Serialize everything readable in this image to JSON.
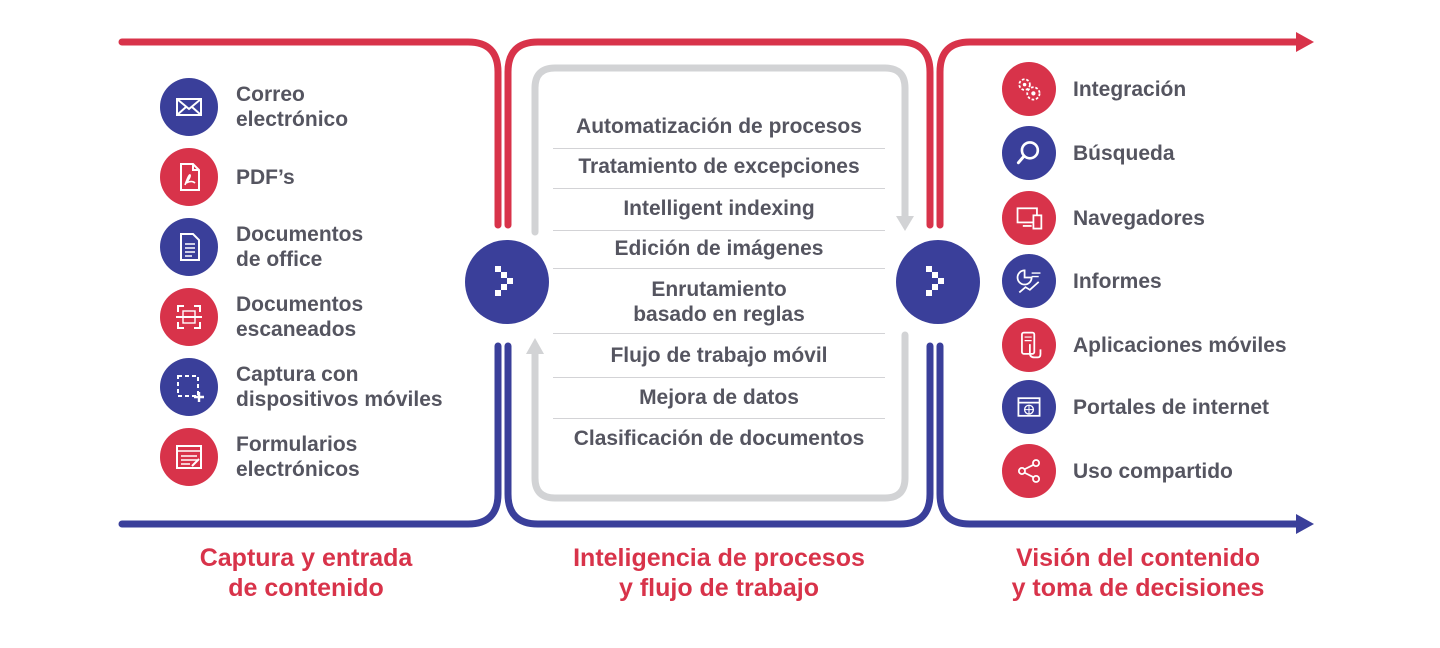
{
  "colors": {
    "red": "#d8334a",
    "blue": "#3a3f9a",
    "gray_loop": "#d2d3d5",
    "text": "#555560"
  },
  "left_items": [
    {
      "label": "Correo\nelectrónico",
      "icon": "envelope-icon",
      "color": "blue"
    },
    {
      "label": "PDF’s",
      "icon": "pdf-file-icon",
      "color": "red"
    },
    {
      "label": "Documentos\nde office",
      "icon": "document-icon",
      "color": "blue"
    },
    {
      "label": "Documentos\nescaneados",
      "icon": "scan-icon",
      "color": "red"
    },
    {
      "label": "Captura con\ndispositivos móviles",
      "icon": "mobile-capture-icon",
      "color": "blue"
    },
    {
      "label": "Formularios\nelectrónicos",
      "icon": "form-icon",
      "color": "red"
    }
  ],
  "center_steps": [
    "Automatización de procesos",
    "Tratamiento de excepciones",
    "Intelligent indexing",
    "Edición de imágenes",
    "Enrutamiento\nbasado en reglas",
    "Flujo de trabajo móvil",
    "Mejora de datos",
    "Clasificación de documentos"
  ],
  "right_items": [
    {
      "label": "Integración",
      "icon": "gears-icon",
      "color": "red"
    },
    {
      "label": "Búsqueda",
      "icon": "search-icon",
      "color": "blue"
    },
    {
      "label": "Navegadores",
      "icon": "browser-devices-icon",
      "color": "red"
    },
    {
      "label": "Informes",
      "icon": "report-icon",
      "color": "blue"
    },
    {
      "label": "Aplicaciones móviles",
      "icon": "mobile-app-icon",
      "color": "red"
    },
    {
      "label": "Portales de internet",
      "icon": "web-portal-icon",
      "color": "blue"
    },
    {
      "label": "Uso compartido",
      "icon": "share-icon",
      "color": "red"
    }
  ],
  "captions": {
    "left": "Captura y entrada\nde contenido",
    "center": "Inteligencia de procesos\ny flujo de trabajo",
    "right": "Visión del contenido\ny toma de decisiones"
  },
  "hubs": {
    "icon": "chevron-right-icon"
  }
}
